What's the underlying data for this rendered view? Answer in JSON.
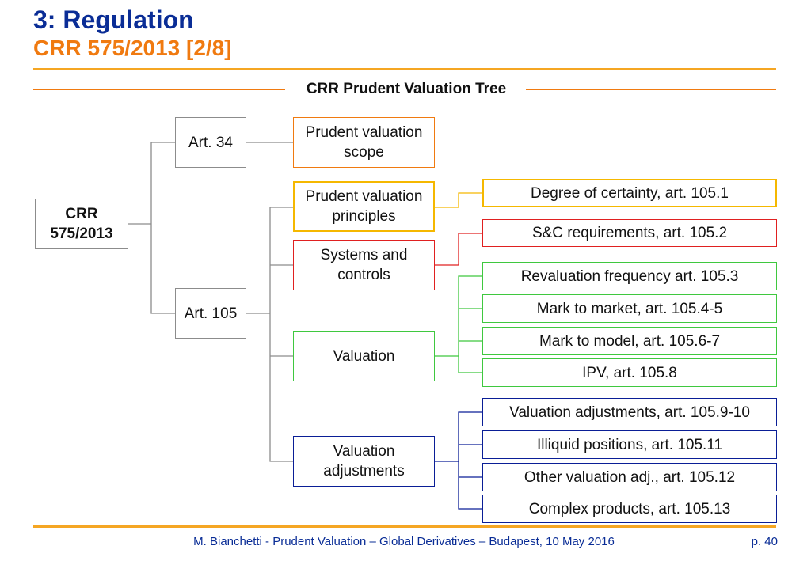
{
  "header": {
    "title": "3: Regulation",
    "subtitle": "CRR 575/2013 [2/8]"
  },
  "section": {
    "title": "CRR Prudent Valuation Tree"
  },
  "colors": {
    "gray": "#8c8c8c",
    "orange": "#f07a10",
    "yellow": "#f5b800",
    "red": "#e02020",
    "green": "#3fc83f",
    "blue": "#0a1e96"
  },
  "tree": {
    "root": "CRR\n575/2013",
    "art34": "Art. 34",
    "art105": "Art. 105",
    "scope": "Prudent valuation\nscope",
    "principles": "Prudent valuation\nprinciples",
    "systems": "Systems and\ncontrols",
    "valuation": "Valuation",
    "adjustments": "Valuation\nadjustments",
    "degree": "Degree of certainty, art. 105.1",
    "sc_req": "S&C requirements, art. 105.2",
    "reval_freq": "Revaluation frequency art. 105.3",
    "mtm": "Mark to market, art. 105.4-5",
    "mtmodel": "Mark to model, art. 105.6-7",
    "ipv": "IPV, art. 105.8",
    "val_adj": "Valuation adjustments, art. 105.9-10",
    "illiquid": "Illiquid positions, art. 105.11",
    "other_adj": "Other valuation adj., art. 105.12",
    "complex": "Complex products, art. 105.13"
  },
  "footer": {
    "text": "M. Bianchetti - Prudent Valuation – Global Derivatives – Budapest, 10 May 2016",
    "page": "p. 40"
  }
}
